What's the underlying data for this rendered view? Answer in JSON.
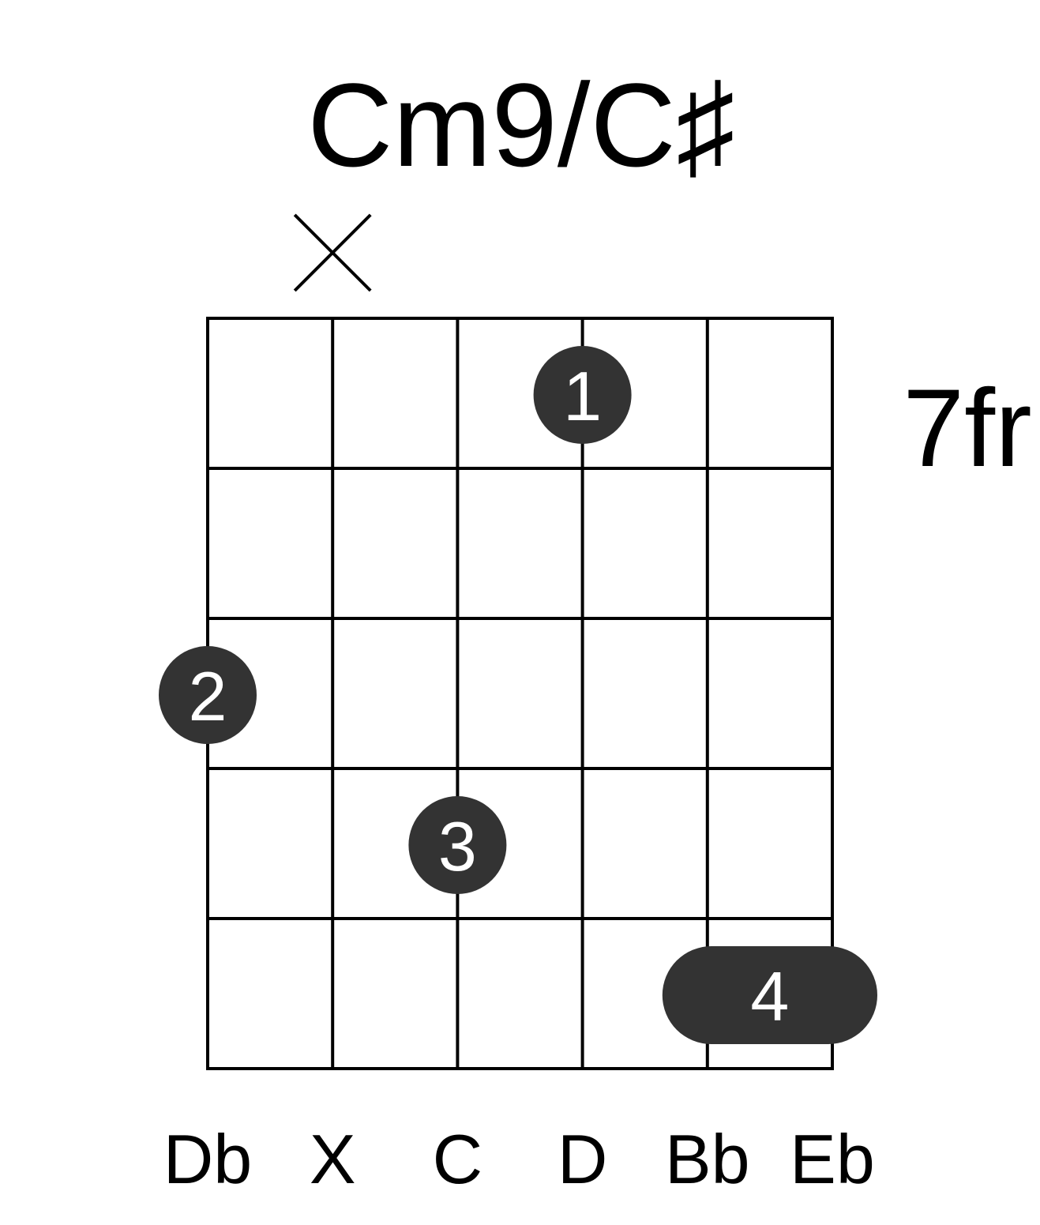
{
  "chord": {
    "name": "Cm9/C♯",
    "start_fret_label": "7fr"
  },
  "strings_count": 6,
  "frets_count": 5,
  "muted_strings": [
    1
  ],
  "fingers": [
    {
      "string": 3,
      "fret": 1,
      "label": "1",
      "span_to_string": 3
    },
    {
      "string": 0,
      "fret": 3,
      "label": "2",
      "span_to_string": 0
    },
    {
      "string": 2,
      "fret": 4,
      "label": "3",
      "span_to_string": 2
    },
    {
      "string": 4,
      "fret": 5,
      "label": "4",
      "span_to_string": 5
    }
  ],
  "notes": [
    "Db",
    "X",
    "C",
    "D",
    "Bb",
    "Eb"
  ],
  "colors": {
    "dot": "#333333",
    "dot_text": "#ffffff",
    "line": "#000000"
  }
}
